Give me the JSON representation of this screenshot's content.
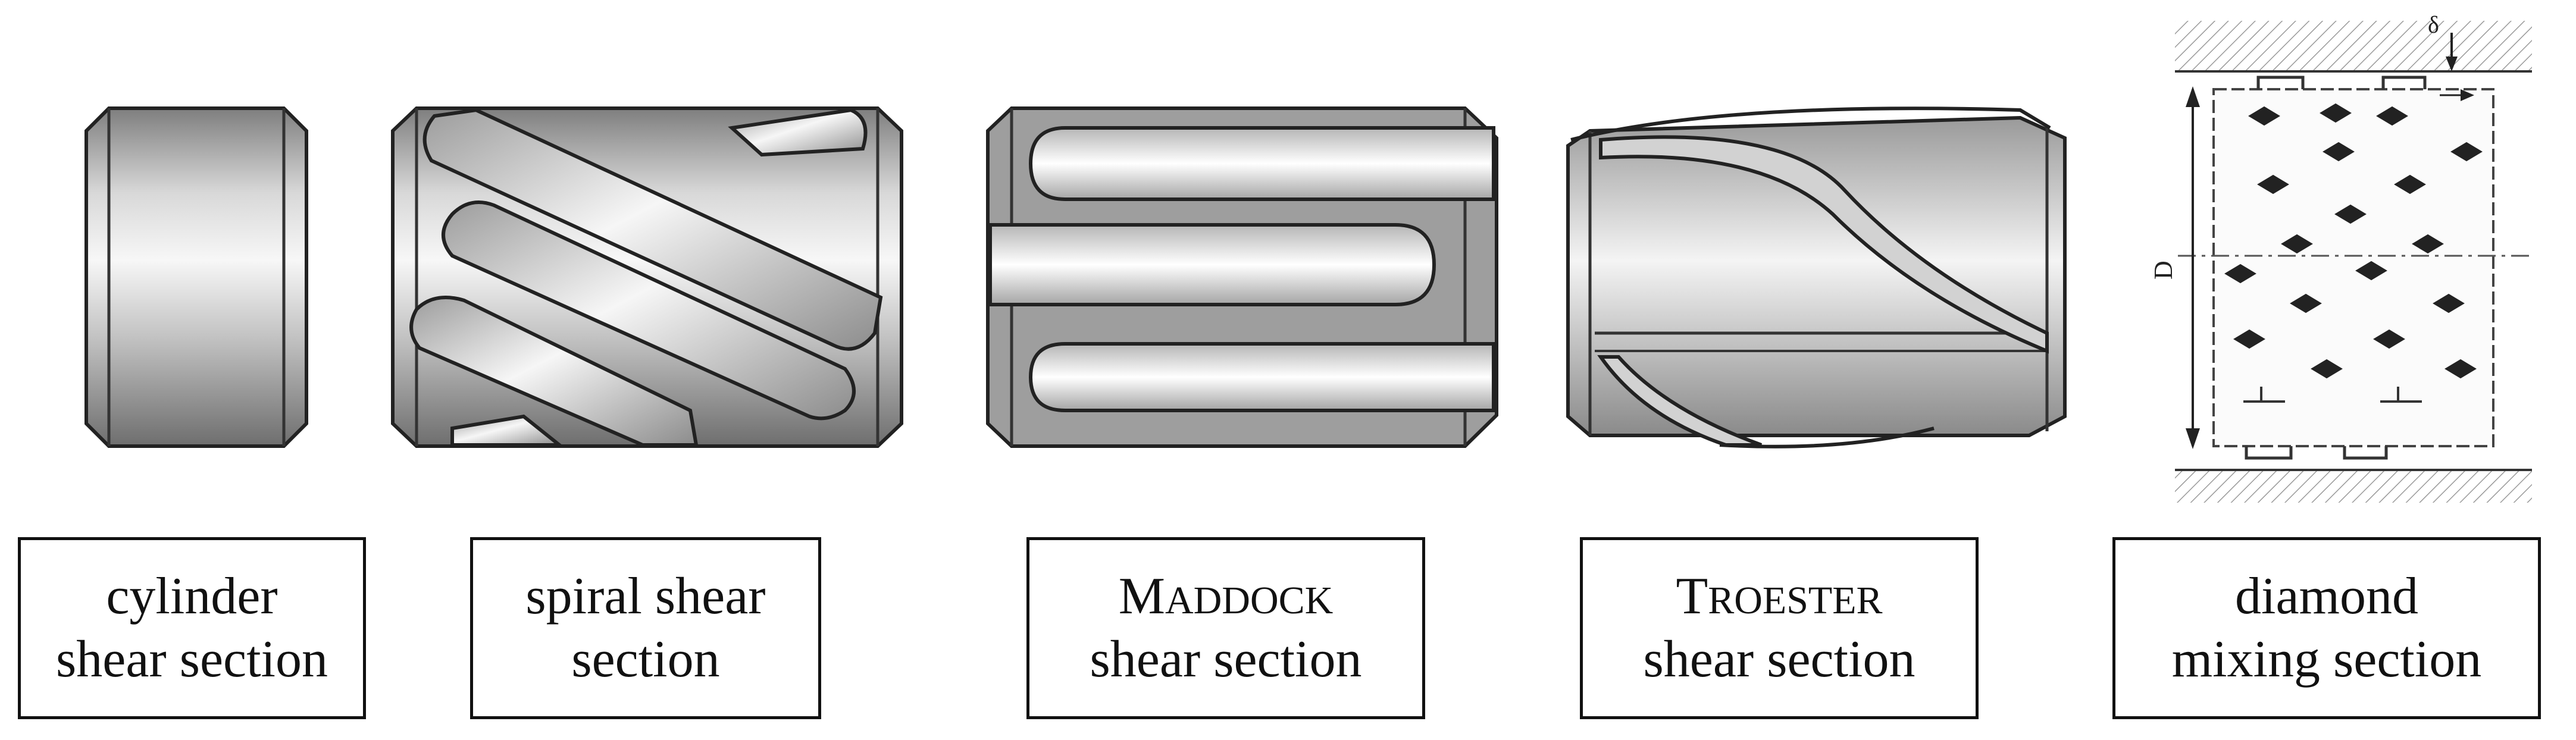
{
  "sections": [
    {
      "id": "cylinder",
      "line1": "cylinder",
      "line2": "shear section"
    },
    {
      "id": "spiral",
      "line1": "spiral shear",
      "line2": "section"
    },
    {
      "id": "maddock",
      "line1_first": "M",
      "line1_rest": "ADDOCK",
      "line2": "shear section"
    },
    {
      "id": "troester",
      "line1_first": "T",
      "line1_rest": "ROESTER",
      "line2": "shear section"
    },
    {
      "id": "diamond",
      "line1": "diamond",
      "line2": "mixing section"
    }
  ],
  "diamond_labels": {
    "dimension_d": "D",
    "dimension_delta": "δ"
  },
  "colors": {
    "outline": "#222222",
    "metal_dark": "#8a8a8a",
    "metal_light": "#f2f2f2",
    "hatch": "#9a9a9a"
  }
}
